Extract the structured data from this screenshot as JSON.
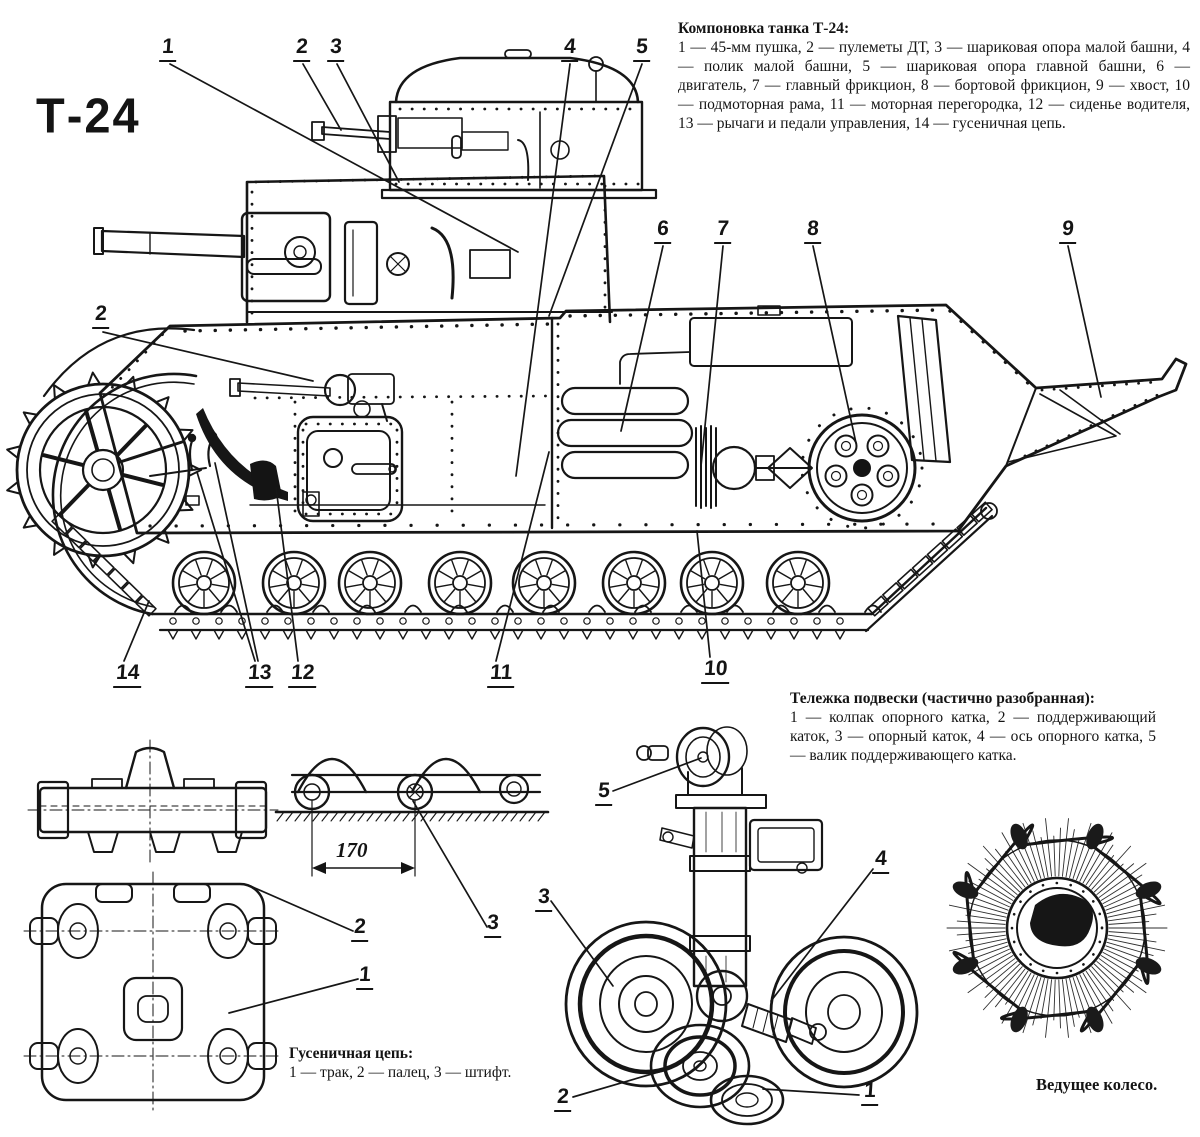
{
  "page": {
    "background": "#ffffff",
    "ink": "#141414"
  },
  "title": "Т-24",
  "layout_legend": {
    "title": "Компоновка танка Т-24:",
    "body": "1 — 45-мм пушка, 2 — пулеметы ДТ, 3 — шариковая опора малой башни, 4 — полик малой башни, 5 — шариковая опора главной башни, 6 — двигатель, 7 — главный фрикцион, 8 — бортовой фрикцион, 9 — хвост, 10 — подмоторная рама, 11 — моторная перегородка, 12 — сиденье водителя, 13 — рычаги и педали управления, 14 — гусеничная цепь."
  },
  "bogie_legend": {
    "title": "Тележка подвески (частично разобранная):",
    "body": "1 — колпак опорного катка, 2 — поддерживающий каток, 3 — опорный каток, 4 — ось опорного катка, 5 — валик поддерживающего катка."
  },
  "track_legend": {
    "title": "Гусеничная цепь:",
    "body": "1 — трак, 2 — палец, 3 — штифт."
  },
  "drive_wheel_caption": "Ведущее колесо.",
  "track_section": {
    "dimension": "170"
  },
  "callouts": {
    "main": [
      "1",
      "2",
      "3",
      "4",
      "5",
      "2",
      "6",
      "7",
      "8",
      "9",
      "10",
      "11",
      "12",
      "13",
      "14"
    ],
    "track": [
      "2",
      "3",
      "1"
    ],
    "bogie": [
      "5",
      "3",
      "4",
      "2",
      "1"
    ]
  }
}
